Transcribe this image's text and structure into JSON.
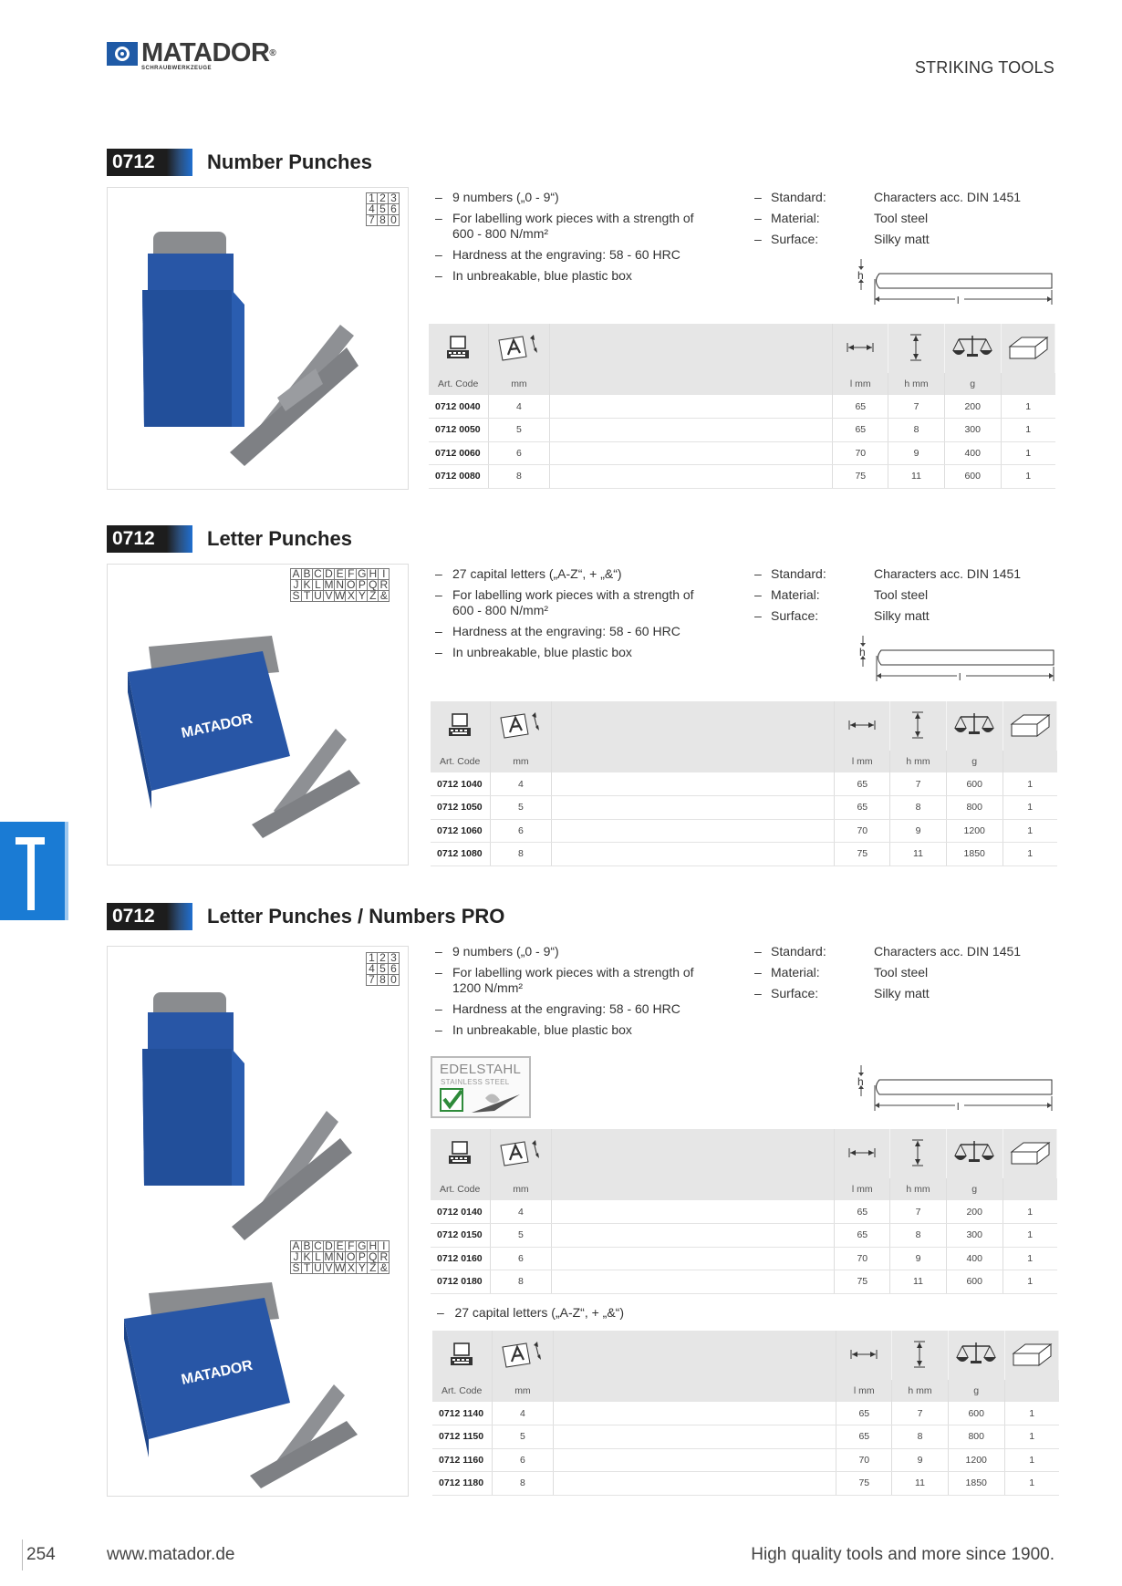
{
  "logo": {
    "brand": "MATADOR",
    "registered": "®",
    "sub": "SCHRAUBWERKZEUGE"
  },
  "header": {
    "category": "STRIKING TOOLS"
  },
  "table_headers": [
    "Art. Code",
    "mm",
    "l mm",
    "h mm",
    "g"
  ],
  "drawing_labels": {
    "h": "h",
    "l": "l"
  },
  "sections": [
    {
      "code": "0712",
      "title": "Number Punches",
      "char_box": [
        [
          "1",
          "2",
          "3"
        ],
        [
          "4",
          "5",
          "6"
        ],
        [
          "7",
          "8",
          "0"
        ]
      ],
      "bullets": [
        "9 numbers („0 - 9“)",
        "For labelling work pieces with a strength of 600 - 800 N/mm²",
        "Hardness at the engraving: 58 - 60 HRC",
        "In unbreakable, blue plastic box"
      ],
      "specs": [
        {
          "k": "Standard:",
          "v": "Characters acc. DIN 1451"
        },
        {
          "k": "Material:",
          "v": "Tool steel"
        },
        {
          "k": "Surface:",
          "v": "Silky matt"
        }
      ],
      "rows": [
        [
          "0712 0040",
          "4",
          "65",
          "7",
          "200",
          "1"
        ],
        [
          "0712 0050",
          "5",
          "65",
          "8",
          "300",
          "1"
        ],
        [
          "0712 0060",
          "6",
          "70",
          "9",
          "400",
          "1"
        ],
        [
          "0712 0080",
          "8",
          "75",
          "11",
          "600",
          "1"
        ]
      ]
    },
    {
      "code": "0712",
      "title": "Letter Punches",
      "char_box": [
        [
          "A",
          "B",
          "C",
          "D",
          "E",
          "F",
          "G",
          "H",
          "I"
        ],
        [
          "J",
          "K",
          "L",
          "M",
          "N",
          "O",
          "P",
          "Q",
          "R"
        ],
        [
          "S",
          "T",
          "U",
          "V",
          "W",
          "X",
          "Y",
          "Z",
          "&"
        ]
      ],
      "bullets": [
        "27 capital letters („A-Z“, + „&“)",
        "For labelling work pieces with a strength of 600 - 800 N/mm²",
        "Hardness at the engraving: 58 - 60 HRC",
        "In unbreakable, blue plastic box"
      ],
      "specs": [
        {
          "k": "Standard:",
          "v": "Characters acc. DIN 1451"
        },
        {
          "k": "Material:",
          "v": "Tool steel"
        },
        {
          "k": "Surface:",
          "v": "Silky matt"
        }
      ],
      "box_label": "MATADOR",
      "rows": [
        [
          "0712 1040",
          "4",
          "65",
          "7",
          "600",
          "1"
        ],
        [
          "0712 1050",
          "5",
          "65",
          "8",
          "800",
          "1"
        ],
        [
          "0712 1060",
          "6",
          "70",
          "9",
          "1200",
          "1"
        ],
        [
          "0712 1080",
          "8",
          "75",
          "11",
          "1850",
          "1"
        ]
      ]
    },
    {
      "code": "0712",
      "title": "Letter Punches / Numbers PRO",
      "char_box_numbers": [
        [
          "1",
          "2",
          "3"
        ],
        [
          "4",
          "5",
          "6"
        ],
        [
          "7",
          "8",
          "0"
        ]
      ],
      "char_box_letters": [
        [
          "A",
          "B",
          "C",
          "D",
          "E",
          "F",
          "G",
          "H",
          "I"
        ],
        [
          "J",
          "K",
          "L",
          "M",
          "N",
          "O",
          "P",
          "Q",
          "R"
        ],
        [
          "S",
          "T",
          "U",
          "V",
          "W",
          "X",
          "Y",
          "Z",
          "&"
        ]
      ],
      "bullets": [
        "9 numbers („0 - 9“)",
        "For labelling work pieces with a strength of 1200 N/mm²",
        "Hardness at the engraving: 58 - 60 HRC",
        "In unbreakable, blue plastic box"
      ],
      "specs": [
        {
          "k": "Standard:",
          "v": "Characters acc. DIN 1451"
        },
        {
          "k": "Material:",
          "v": "Tool steel"
        },
        {
          "k": "Surface:",
          "v": "Silky matt"
        }
      ],
      "stamp": {
        "line1": "EDELSTAHL",
        "line2": "STAINLESS STEEL"
      },
      "box_label": "MATADOR",
      "rows": [
        [
          "0712 0140",
          "4",
          "65",
          "7",
          "200",
          "1"
        ],
        [
          "0712 0150",
          "5",
          "65",
          "8",
          "300",
          "1"
        ],
        [
          "0712 0160",
          "6",
          "70",
          "9",
          "400",
          "1"
        ],
        [
          "0712 0180",
          "8",
          "75",
          "11",
          "600",
          "1"
        ]
      ],
      "extra_bullet": "27 capital letters („A-Z“, + „&“)",
      "rows2": [
        [
          "0712 1140",
          "4",
          "65",
          "7",
          "600",
          "1"
        ],
        [
          "0712 1150",
          "5",
          "65",
          "8",
          "800",
          "1"
        ],
        [
          "0712 1160",
          "6",
          "70",
          "9",
          "1200",
          "1"
        ],
        [
          "0712 1180",
          "8",
          "75",
          "11",
          "1850",
          "1"
        ]
      ]
    }
  ],
  "colors": {
    "box_blue": "#2856a6",
    "steel": "#8a8c8f",
    "tab_blue": "#1a7bd4",
    "header_gray": "#e6e6e6"
  },
  "footer": {
    "page": "254",
    "url": "www.matador.de",
    "slogan": "High quality tools and more since 1900."
  }
}
